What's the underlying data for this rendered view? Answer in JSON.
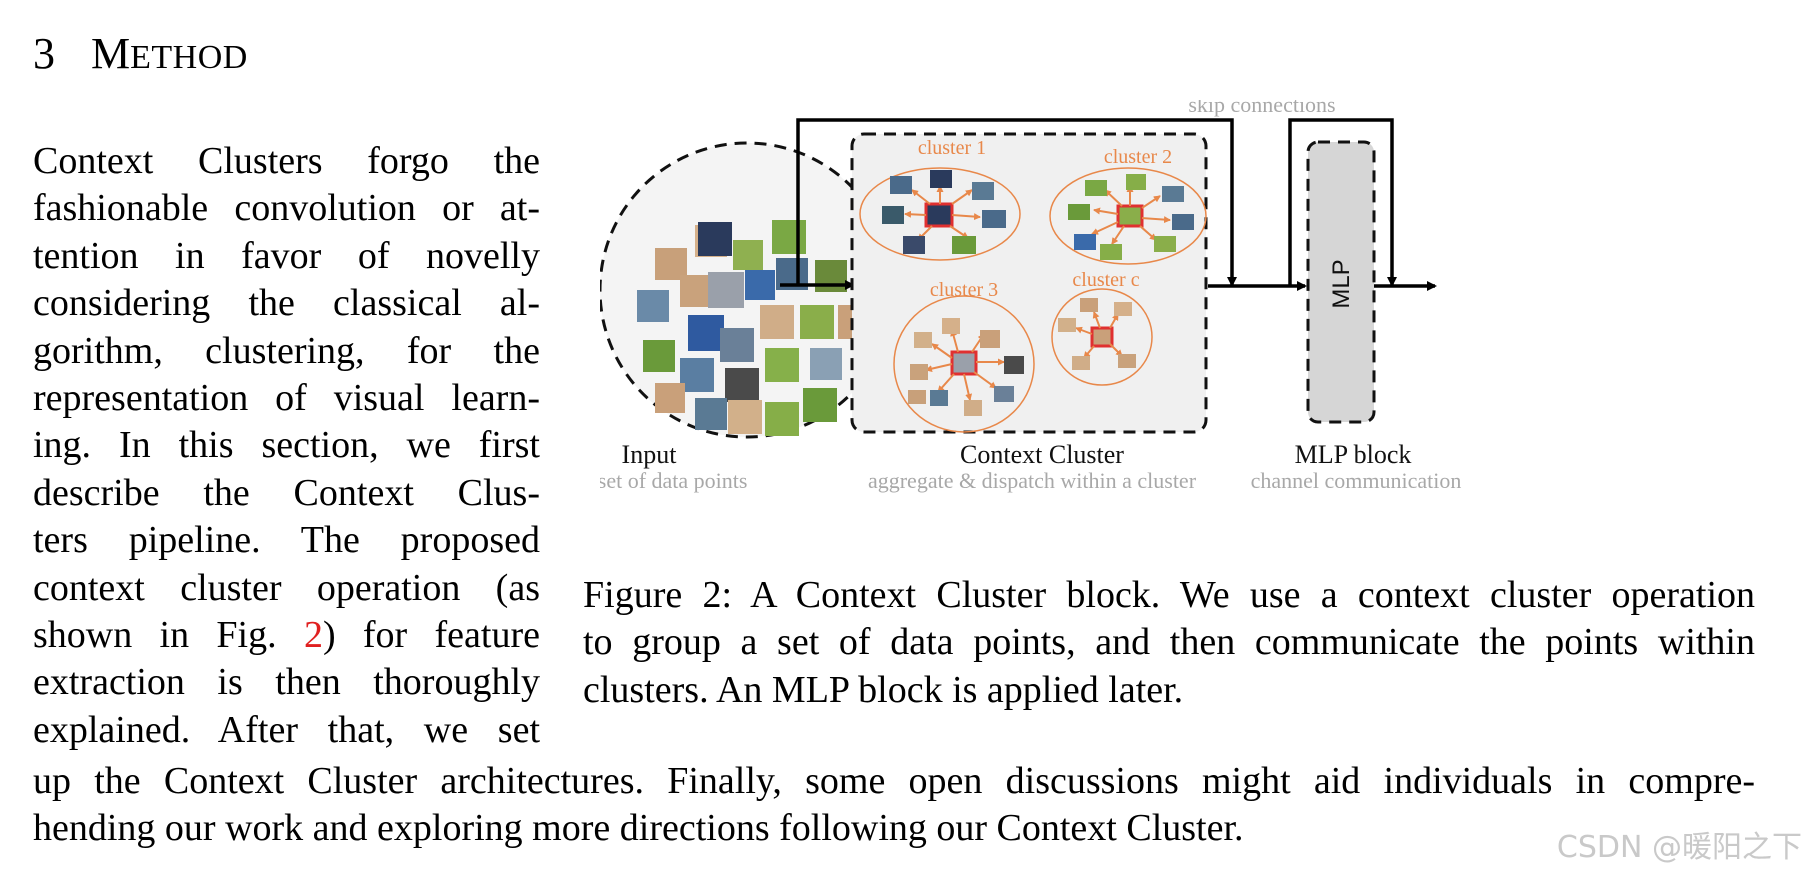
{
  "section": {
    "number": "3",
    "title_first": "M",
    "title_rest": "ETHOD"
  },
  "wrapped_lines": [
    "Context Clusters forgo the",
    "fashionable convolution or at-",
    "tention in favor of novelly",
    "considering the classical al-",
    "gorithm, clustering, for the",
    "representation of visual learn-",
    "ing. In this section, we first",
    "describe the Context Clus-",
    "ters pipeline. The proposed",
    "context cluster operation (as",
    "explained. After that, we set"
  ],
  "fig_ref_line": {
    "before": "shown in Fig. ",
    "ref": "2",
    "after": ") for feature"
  },
  "line_12": "extraction is then thoroughly",
  "full_lines": [
    "up the Context Cluster architectures. Finally, some open discussions might aid individuals in compre-",
    "hending our work and exploring more directions following our Context Cluster."
  ],
  "caption_lines": [
    "Figure 2: A Context Cluster block. We use a context cluster operation",
    "to group a set of data points, and then communicate the points within",
    "clusters. An MLP block is applied later."
  ],
  "figure": {
    "skip_label": "skip connections",
    "clusters": [
      "cluster 1",
      "cluster 2",
      "cluster 3",
      "cluster c"
    ],
    "mlp_label": "MLP",
    "input_title": "Input",
    "input_sub": "a set of data points",
    "cc_title": "Context Cluster",
    "cc_sub": "aggregate & dispatch within a cluster",
    "mlp_title": "MLP block",
    "mlp_sub": "channel communication",
    "colors": {
      "orange": "#e8884a",
      "red": "#e03030",
      "gray_text": "#a8a8a8",
      "panel": "#f0f0f0",
      "mlp_fill": "#d6d6d6"
    }
  },
  "watermark": "CSDN @暖阳之下"
}
